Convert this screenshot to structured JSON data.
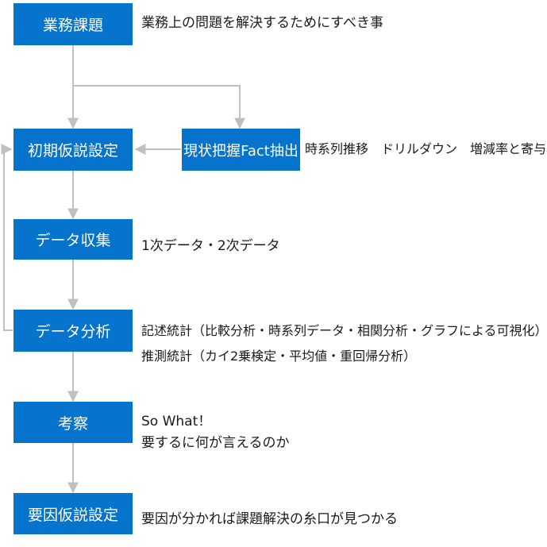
{
  "boxes": {
    "business_issue": "業務課題",
    "initial_hypothesis": "初期仮説設定",
    "current_state": "現状把握Fact抽出",
    "data_collection": "データ収集",
    "data_analysis": "データ分析",
    "consideration": "考察",
    "factor_hypothesis": "要因仮説設定"
  },
  "notes": {
    "business_issue": "業務上の問題を解決するためにすべき事",
    "current_state": "時系列推移　ドリルダウン　増減率と寄与率",
    "data_collection": "1次データ・2次データ",
    "data_analysis_1": "記述統計（比較分析・時系列データ・相関分析・グラフによる可視化）",
    "data_analysis_2": "推測統計（カイ2乗検定・平均値・重回帰分析）",
    "consideration_1": "So What！",
    "consideration_2": "要するに何が言えるのか",
    "factor_hypothesis": "要因が分かれば課題解決の糸口が見つかる"
  },
  "colors": {
    "box_fill": "#0673cc",
    "box_text": "#ffffff",
    "connector": "#c0c0c0"
  }
}
